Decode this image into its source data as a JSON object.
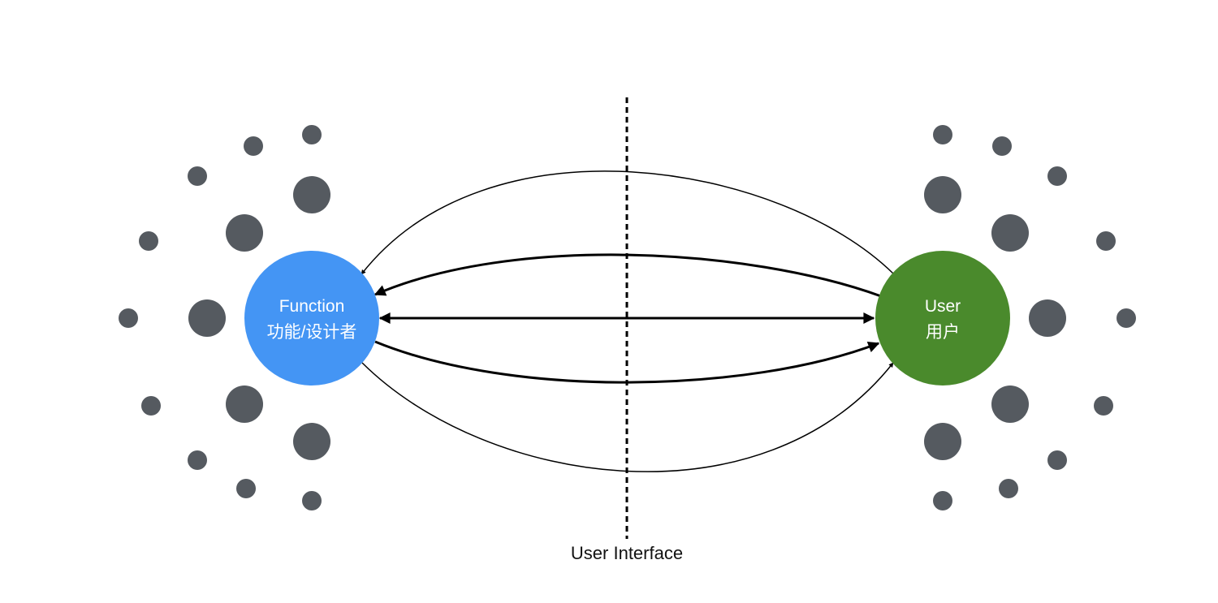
{
  "diagram": {
    "function_node": {
      "label_en": "Function",
      "label_zh": "功能/设计者",
      "color": "#4495f4"
    },
    "user_node": {
      "label_en": "User",
      "label_zh": "用户",
      "color": "#4a8a2c"
    },
    "divider_label": "User Interface",
    "dot_color": "#555a60",
    "arrow_color": "#000000"
  }
}
